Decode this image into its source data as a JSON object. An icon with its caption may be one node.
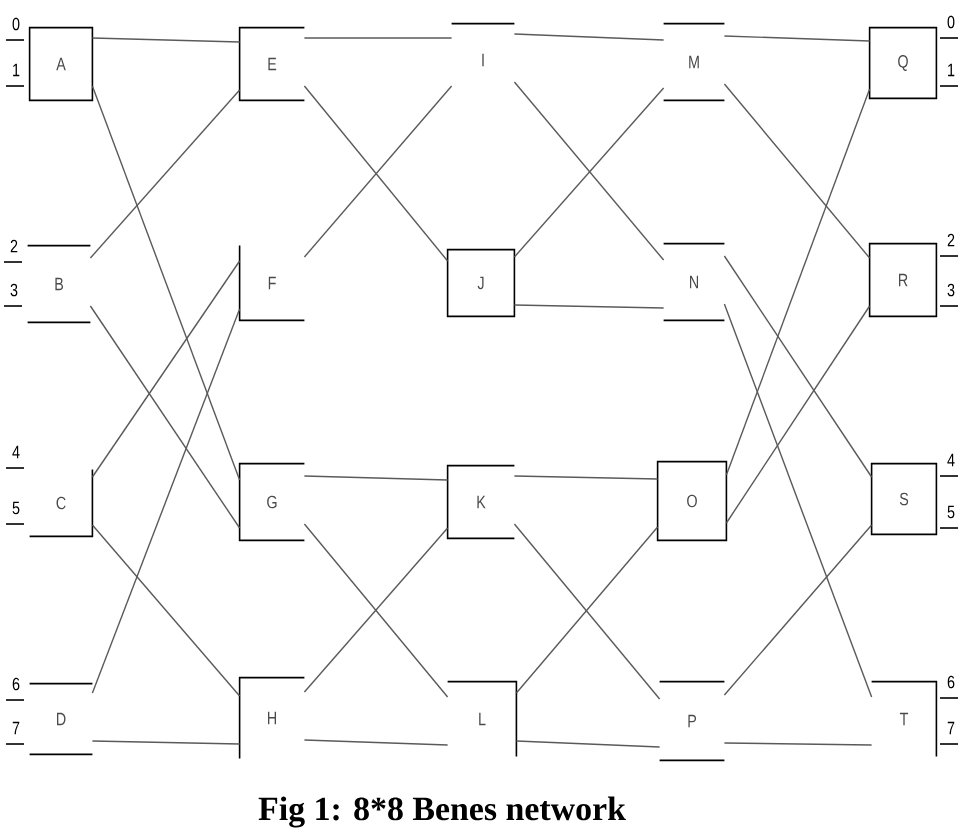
{
  "diagram": {
    "caption": "Fig 1: 8*8 Benes network",
    "nodes": [
      {
        "text": [
          "A"
        ],
        "beside": [
          "0",
          "1"
        ]
      },
      {
        "text": [
          "E"
        ]
      },
      {
        "text": [
          "I"
        ]
      },
      {
        "text": [
          "M"
        ]
      },
      {
        "text": [
          "Q"
        ],
        "beside": [
          "0",
          "1"
        ]
      },
      {
        "text": [
          "B"
        ],
        "beside": [
          "2",
          "3"
        ]
      },
      {
        "text": [
          "F"
        ]
      },
      {
        "text": [
          "J"
        ]
      },
      {
        "text": [
          "N"
        ]
      },
      {
        "text": [
          "R"
        ],
        "beside": [
          "2",
          "3"
        ]
      },
      {
        "text": [
          "C"
        ],
        "beside": [
          "4",
          "5"
        ]
      },
      {
        "text": [
          "G"
        ]
      },
      {
        "text": [
          "K"
        ]
      },
      {
        "text": [
          "O"
        ]
      },
      {
        "text": [
          "S"
        ],
        "beside": [
          "4",
          "5"
        ]
      },
      {
        "text": [
          "D"
        ],
        "beside": [
          "6",
          "7"
        ]
      },
      {
        "text": [
          "H"
        ]
      },
      {
        "text": [
          "L"
        ]
      },
      {
        "text": [
          "P"
        ]
      },
      {
        "text": [
          "T"
        ],
        "beside": [
          "6",
          "7"
        ]
      }
    ],
    "edges": [
      {
        "from": 0,
        "to": 1,
        "arrow": "none"
      },
      {
        "from": 0,
        "to": 11,
        "arrow": "none"
      },
      {
        "from": 5,
        "to": 1,
        "arrow": "none"
      },
      {
        "from": 5,
        "to": 11,
        "arrow": "none"
      },
      {
        "from": 10,
        "to": 6,
        "arrow": "none"
      },
      {
        "from": 10,
        "to": 16,
        "arrow": "none"
      },
      {
        "from": 15,
        "to": 6,
        "arrow": "none"
      },
      {
        "from": 15,
        "to": 16,
        "arrow": "none"
      },
      {
        "from": 1,
        "to": 2,
        "arrow": "none"
      },
      {
        "from": 1,
        "to": 7,
        "arrow": "none"
      },
      {
        "from": 6,
        "to": 2,
        "arrow": "none"
      },
      {
        "from": 11,
        "to": 12,
        "arrow": "none"
      },
      {
        "from": 11,
        "to": 17,
        "arrow": "none"
      },
      {
        "from": 16,
        "to": 12,
        "arrow": "none"
      },
      {
        "from": 16,
        "to": 17,
        "arrow": "none"
      },
      {
        "from": 2,
        "to": 3,
        "arrow": "none"
      },
      {
        "from": 2,
        "to": 8,
        "arrow": "none"
      },
      {
        "from": 7,
        "to": 3,
        "arrow": "none"
      },
      {
        "from": 7,
        "to": 8,
        "arrow": "none"
      },
      {
        "from": 12,
        "to": 13,
        "arrow": "none"
      },
      {
        "from": 12,
        "to": 18,
        "arrow": "none"
      },
      {
        "from": 17,
        "to": 13,
        "arrow": "none"
      },
      {
        "from": 17,
        "to": 18,
        "arrow": "none"
      },
      {
        "from": 3,
        "to": 4,
        "arrow": "none"
      },
      {
        "from": 3,
        "to": 9,
        "arrow": "none"
      },
      {
        "from": 8,
        "to": 14,
        "arrow": "none"
      },
      {
        "from": 8,
        "to": 19,
        "arrow": "none"
      },
      {
        "from": 13,
        "to": 4,
        "arrow": "none"
      },
      {
        "from": 13,
        "to": 9,
        "arrow": "none"
      },
      {
        "from": 18,
        "to": 14,
        "arrow": "none"
      },
      {
        "from": 18,
        "to": 19,
        "arrow": "none"
      }
    ]
  }
}
